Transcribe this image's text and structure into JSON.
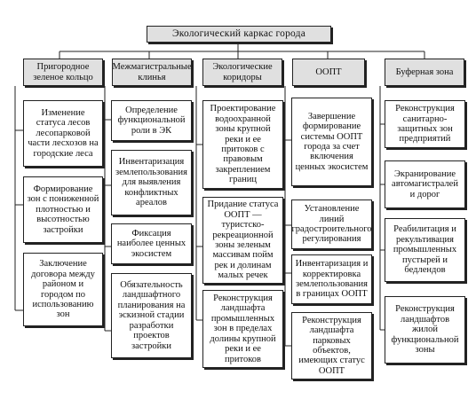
{
  "title": "Экологический каркас города",
  "columns": [
    {
      "header": "Пригородное зеленое кольцо",
      "items": [
        "Изменение статуса лесов лесопарковой части лесхозов на городские леса",
        "Формирование зон с пониженной плотностью и высотностью застройки",
        "Заключение договора между районом и городом по использованию зон"
      ]
    },
    {
      "header": "Межмагистральные клинья",
      "items": [
        "Определение функциональной роли в ЭК",
        "Инвентаризация землепользования для выявления конфликтных ареалов",
        "Фиксация наиболее ценных экосистем",
        "Обязательность ландшафтного планирования на эскизной стадии разработки проектов застройки"
      ]
    },
    {
      "header": "Экологические коридоры",
      "items": [
        "Проектирование водоохранной зоны крупной реки и ее притоков с правовым закреплением границ",
        "Придание статуса ООПТ — туристско-рекреационной зоны зеленым массивам пойм рек и долинам малых речек",
        "Реконструкция ландшафта промышленных зон в пределах долины крупной реки и ее притоков"
      ]
    },
    {
      "header": "ООПТ",
      "items": [
        "Завершение формирование системы ООПТ города за счет включения ценных экосистем",
        "Установление линий градостроительного регулирования",
        "Инвентаризация и корректировка землепользования в границах ООПТ",
        "Реконструкция ландшафта парковых объектов, имеющих статус ООПТ"
      ]
    },
    {
      "header": "Буферная зона",
      "items": [
        "Реконструкция санитарно-защитных зон предприятий",
        "Экранирование автомагистралей и дорог",
        "Реабилитация и рекультивация промышленных пустырей и бедлендов",
        "Реконструкция ландшафтов жилой функциональной зоны"
      ]
    }
  ]
}
